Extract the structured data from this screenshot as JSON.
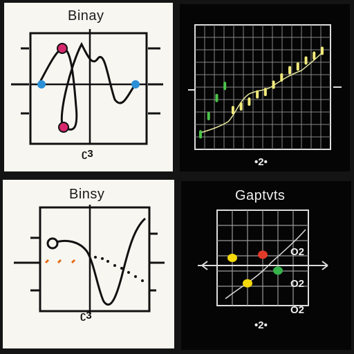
{
  "chart_data": [
    {
      "type": "line",
      "title": "Binay",
      "caption": "ʗ3",
      "series": [
        {
          "x": [
            0,
            1,
            2,
            3,
            4,
            5,
            6,
            7,
            8
          ],
          "y": [
            0.2,
            0.9,
            0.3,
            -0.8,
            0.1,
            0.9,
            0.4,
            -0.2,
            0.0
          ]
        }
      ],
      "markers": [
        {
          "x": 1,
          "y": 0.9,
          "color": "#d6286c"
        },
        {
          "x": 0,
          "y": 0.0,
          "color": "#2a8fd6"
        },
        {
          "x": 8,
          "y": 0.0,
          "color": "#2a8fd6"
        },
        {
          "x": 2,
          "y": -0.8,
          "color": "#d6286c"
        }
      ],
      "grid": true
    },
    {
      "type": "line",
      "title": "",
      "caption": "•2•",
      "series": [
        {
          "x": [
            0,
            1,
            2,
            3,
            4,
            5,
            6,
            7,
            8,
            9,
            10,
            11,
            12,
            13,
            14,
            15
          ],
          "y": [
            0.5,
            2.0,
            3.5,
            4.5,
            2.5,
            2.8,
            3.2,
            3.8,
            4.0,
            4.6,
            5.2,
            5.8,
            6.1,
            6.6,
            7.0,
            7.4
          ]
        }
      ],
      "grid": true
    },
    {
      "type": "line",
      "title": "Binsy",
      "caption": "ʗ3",
      "series": [
        {
          "x": [
            0,
            1,
            2,
            3,
            4,
            5,
            6
          ],
          "y": [
            0.5,
            0.4,
            -0.2,
            -1.0,
            -0.6,
            0.6,
            1.0
          ]
        }
      ],
      "grid": true
    },
    {
      "type": "scatter",
      "title": "Gaptvts",
      "caption": "•2•",
      "row_labels": [
        "O2",
        "O2",
        "O2"
      ],
      "series": [
        {
          "x": [
            1,
            3,
            4,
            2
          ],
          "y": [
            3,
            3.2,
            2.2,
            1.4
          ],
          "colors": [
            "#f5d90a",
            "#e23a2a",
            "#36b34a",
            "#f5d90a"
          ]
        }
      ],
      "grid": true
    }
  ]
}
